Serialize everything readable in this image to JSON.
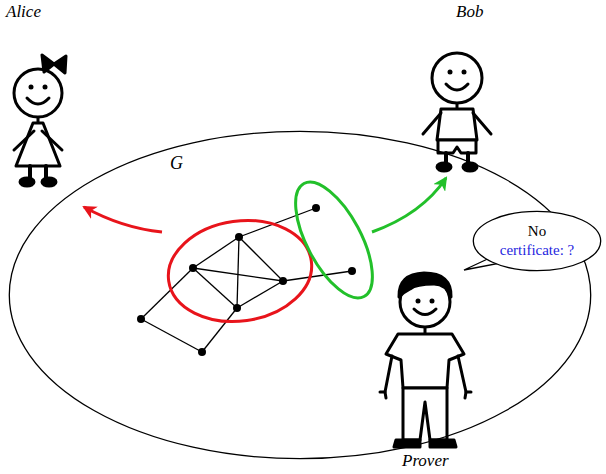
{
  "diagram": {
    "nodes": [
      {
        "text": [
          "G"
        ]
      },
      {
        "text": [
          "No",
          "certificate: ?"
        ]
      }
    ],
    "labels": [
      "Alice",
      "Bob",
      "Prover"
    ]
  }
}
